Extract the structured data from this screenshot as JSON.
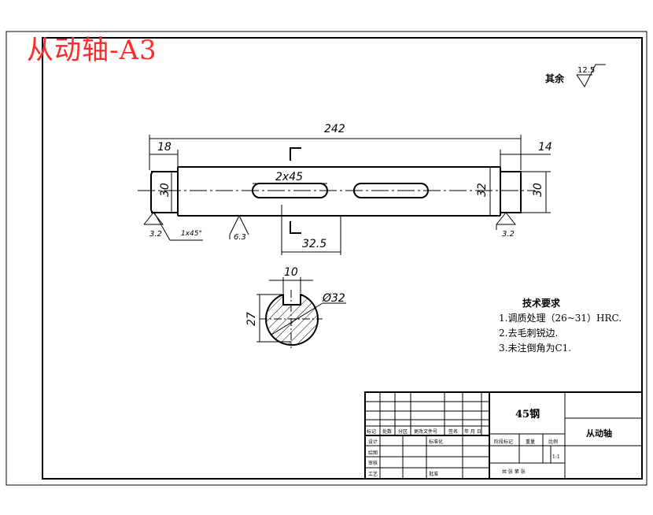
{
  "title_overlay": "从动轴-A3",
  "roughness_other": {
    "label": "其余",
    "value": "12.5"
  },
  "dimensions": {
    "overall_length": "242",
    "left_step": "18",
    "right_step": "14",
    "left_dia": "30",
    "right_dia": "30",
    "mid_dia": "32",
    "keyway_width_len": "2x45",
    "keyway_pos": "32.5",
    "chamfer": "1x45°",
    "rough_left": "3.2",
    "rough_mid": "6.3",
    "rough_right": "3.2"
  },
  "section": {
    "key_width": "10",
    "depth": "27",
    "diameter": "Ø32"
  },
  "tech_requirements": {
    "heading": "技术要求",
    "items": [
      "1.调质处理（26~31）HRC.",
      "2.去毛刺锐边.",
      "3.未注倒角为C1."
    ]
  },
  "title_block": {
    "material": "45钢",
    "part_name": "从动轴",
    "row_labels": [
      "标记",
      "处数",
      "分区",
      "更改文件号",
      "签名",
      "年 月 日"
    ],
    "designer": "设计",
    "standardized": "标准化",
    "drawn": "绘图",
    "checked": "审核",
    "process": "工艺",
    "approved": "批准",
    "stage": "阶段标记",
    "weight": "重量",
    "scale": "比例",
    "scale_value": "1:1",
    "sheets": "共 张  第 张"
  }
}
